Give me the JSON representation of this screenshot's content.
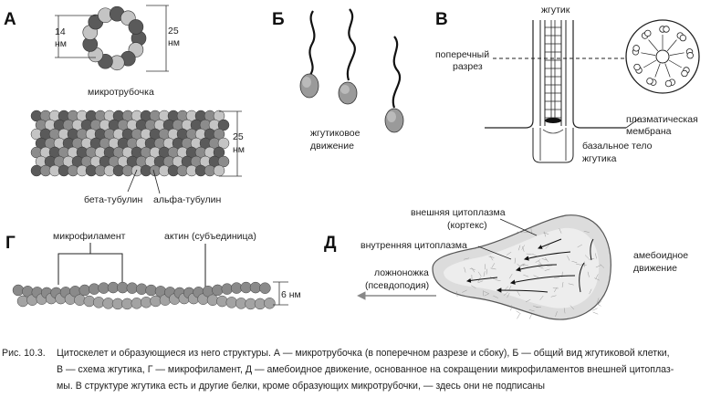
{
  "panels": {
    "a": {
      "letter": "А",
      "dim_14": "14",
      "dim_nm_1": "нм",
      "dim_25_top": "25",
      "dim_nm_2": "нм",
      "microtubule_label": "микротрубочка",
      "dim_25_side": "25",
      "dim_nm_3": "нм",
      "beta_label": "бета-тубулин",
      "alpha_label": "альфа-тубулин"
    },
    "b": {
      "letter": "Б",
      "motion_line1": "жгутиковое",
      "motion_line2": "движение"
    },
    "v": {
      "letter": "В",
      "flagellum_label": "жгутик",
      "cross_line1": "поперечный",
      "cross_line2": "разрез",
      "membrane_line1": "плазматическая",
      "membrane_line2": "мембрана",
      "basal_line1": "базальное тело",
      "basal_line2": "жгутика"
    },
    "g": {
      "letter": "Г",
      "microfilament_label": "микрофиламент",
      "actin_label": "актин (субъединица)",
      "dim_6nm": "6 нм"
    },
    "d": {
      "letter": "Д",
      "outer_line1": "внешняя цитоплазма",
      "outer_line2": "(кортекс)",
      "inner_label": "внутренняя цитоплазма",
      "pseudo_line1": "ложноножка",
      "pseudo_line2": "(псевдоподия)",
      "amoeboid_line1": "амебоидное",
      "amoeboid_line2": "движение"
    }
  },
  "caption": {
    "number": "Рис. 10.3.",
    "line1": "Цитоскелет и образующиеся из него структуры. А — микротрубочка (в поперечном разрезе и сбоку), Б — общий вид жгутиковой клетки,",
    "line2": "В — схема жгутика, Г — микрофиламент, Д — амебоидное движение, основанное на сокращении микрофиламентов внешней цитоплаз-",
    "line3": "мы. В структуре жгутика есть и другие белки, кроме образующих микротрубочки, — здесь они не подписаны"
  },
  "colors": {
    "tubulin_dark": "#5a5a5a",
    "tubulin_mid": "#8c8c8c",
    "tubulin_light": "#c4c4c4",
    "actin_bead": "#8a8a8a",
    "amoeba_fill": "#dcdcdc"
  }
}
